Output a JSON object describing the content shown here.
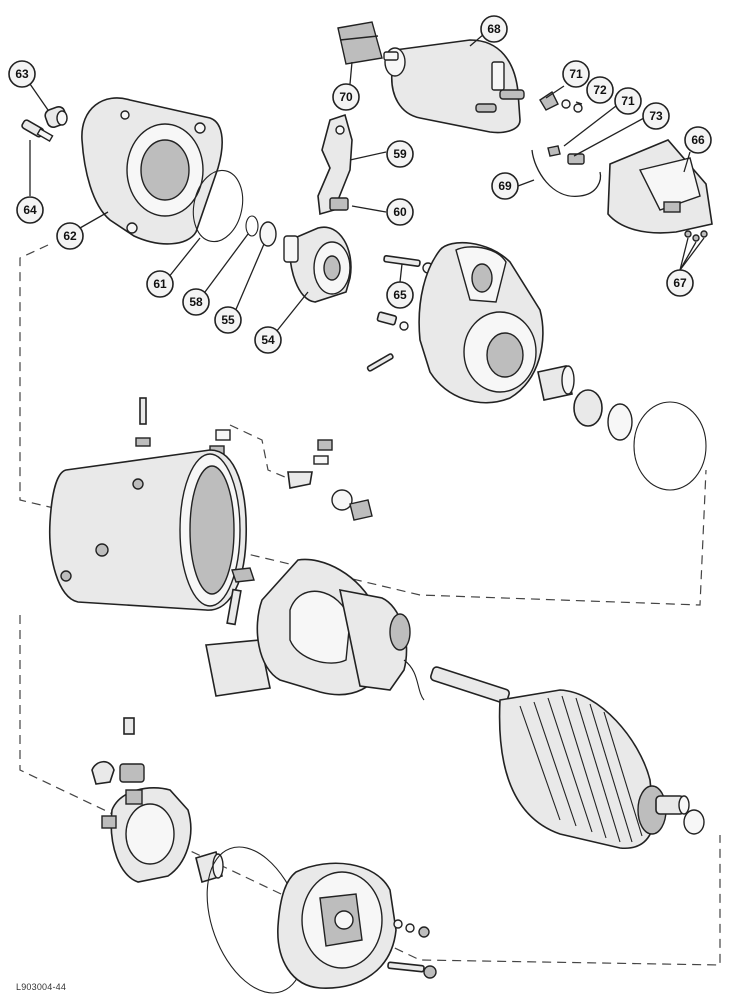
{
  "figure_code": "L903004-44",
  "callouts": [
    {
      "number": "63"
    },
    {
      "number": "64"
    },
    {
      "number": "62"
    },
    {
      "number": "61"
    },
    {
      "number": "58"
    },
    {
      "number": "55"
    },
    {
      "number": "54"
    },
    {
      "number": "70"
    },
    {
      "number": "68"
    },
    {
      "number": "59"
    },
    {
      "number": "60"
    },
    {
      "number": "65"
    },
    {
      "number": "71"
    },
    {
      "number": "72"
    },
    {
      "number": "71"
    },
    {
      "number": "73"
    },
    {
      "number": "69"
    },
    {
      "number": "66"
    },
    {
      "number": "67"
    }
  ]
}
